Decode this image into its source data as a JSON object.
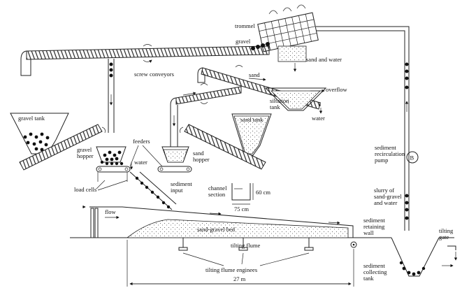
{
  "labels": {
    "trommel": "trommel",
    "gravel": "gravel",
    "sand_and_water": "sand and water",
    "screw_conveyors": "screw conveyors",
    "sand": "sand",
    "overflow": "overflow",
    "siltation_tank": "siltation\ntank",
    "water_top": "water",
    "gravel_tank": "gravel tank",
    "sand_tank": "sand tank",
    "gravel_hopper": "gravel\nhopper",
    "feeders": "feeders",
    "water_feed": "water",
    "sand_hopper": "sand\nhopper",
    "sediment_recirculation_pump": "sediment\nrecirculation\npump",
    "pump_symbol": "B",
    "load_cells": "load cells",
    "channel_section": "channel\nsection",
    "dim_60cm": "60 cm",
    "dim_75cm": "75 cm",
    "slurry": "slurry of\nsand-gravel\nand water",
    "sediment_input": "sediment\ninput",
    "flow": "flow",
    "sand_gravel_bed": "sand-gravel bed",
    "sediment_retaining_wall": "sediment\nretaining\nwall",
    "tilting_gate": "tilting\ngate",
    "tilting_flume": "tilting flume",
    "sediment_collecting_tank": "sediment\ncollecting\ntank",
    "tilting_flume_engines": "tilting flume enginees",
    "length_27m": "27 m"
  }
}
